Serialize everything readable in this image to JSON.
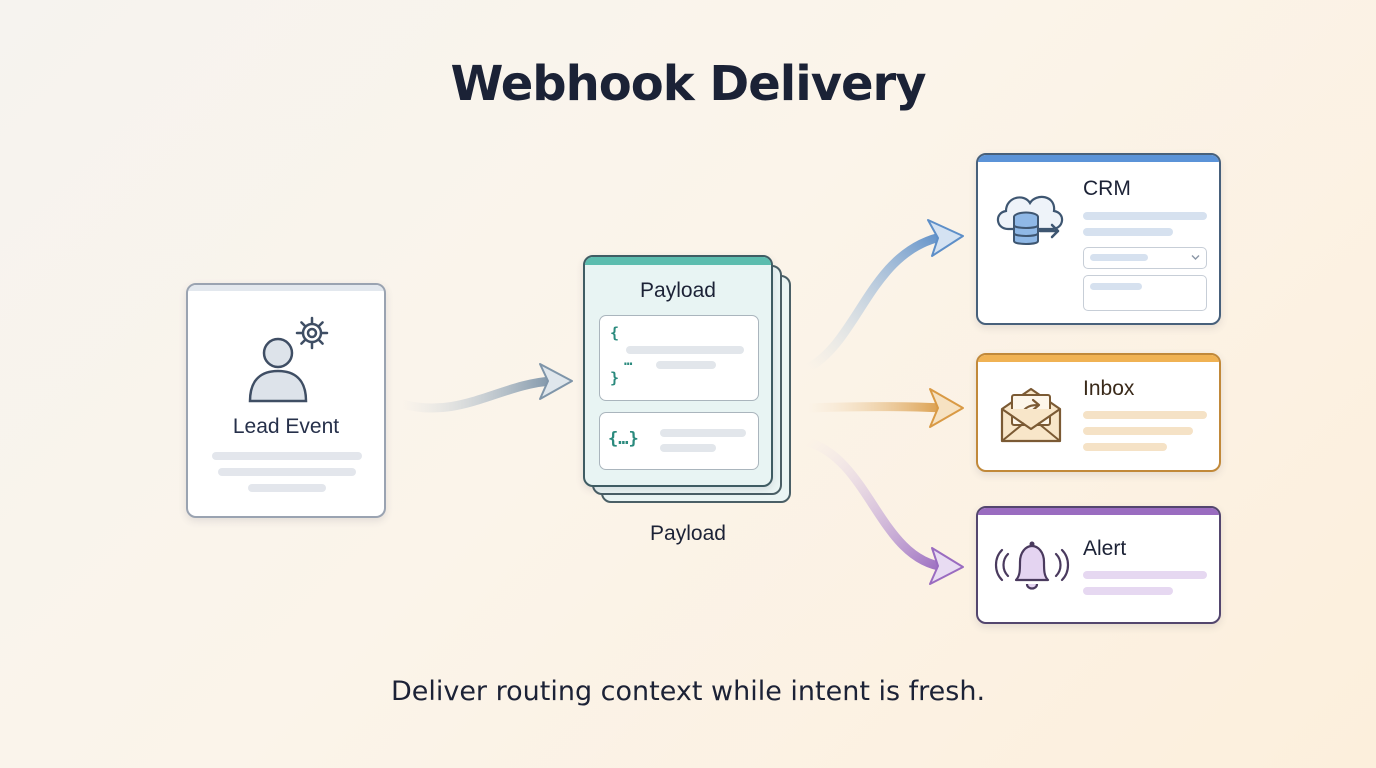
{
  "title": "Webhook Delivery",
  "caption": "Deliver routing context while intent is fresh.",
  "source": {
    "label": "Lead Event",
    "icons": [
      "user-icon",
      "gear-icon"
    ]
  },
  "payload": {
    "title": "Payload",
    "label": "Payload",
    "code_lines": [
      "{",
      "…",
      "}"
    ],
    "code_object": "{…}"
  },
  "destinations": [
    {
      "label": "CRM",
      "accent": "#5b93d8",
      "icon": "cloud-database-icon"
    },
    {
      "label": "Inbox",
      "accent": "#f0b253",
      "icon": "envelope-icon"
    },
    {
      "label": "Alert",
      "accent": "#9a6cc0",
      "icon": "bell-icon"
    }
  ],
  "colors": {
    "title": "#1b2236",
    "payload_accent": "#5bbcae",
    "arrow_source": "#8fa4b8",
    "arrow_crm": "#6d9bd0",
    "arrow_inbox": "#d99a45",
    "arrow_alert": "#a47cc5"
  }
}
